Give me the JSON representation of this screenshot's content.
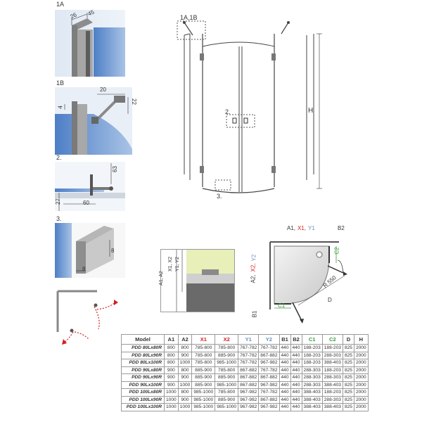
{
  "details": {
    "d1a": {
      "label": "1A",
      "dim_a": "26",
      "dim_b": "45"
    },
    "d1b": {
      "label": "1B",
      "dim_w": "20",
      "dim_h": "22",
      "dim_t": "4"
    },
    "d2": {
      "label": "2.",
      "dim_h": "63",
      "dim_w": "60",
      "dim_t": "27"
    },
    "d3": {
      "label": "3.",
      "dim_h": "8",
      "dim_w": "8"
    }
  },
  "main_drawing": {
    "callout_1ab": "1A,1B",
    "callout_2": "2.",
    "callout_3": "3.",
    "height_label": "H"
  },
  "plan": {
    "top_a1": "A1,",
    "top_x1": "X1,",
    "top_y1": "Y1",
    "top_b2": "B2",
    "side_a2": "A2,",
    "side_x2": "X2,",
    "side_y2": "Y2",
    "side_b1": "B1",
    "c1": "C1",
    "c2": "C2",
    "radius": "R 550",
    "diag": "D"
  },
  "inset": {
    "left_a": "A1, A2",
    "left_xy": "X1, X2",
    "left_y": "Y1, Y2"
  },
  "table": {
    "headers": [
      "Model",
      "A1",
      "A2",
      "X1",
      "X2",
      "Y1",
      "Y2",
      "B1",
      "B2",
      "C1",
      "C2",
      "D",
      "H"
    ],
    "rows": [
      [
        "PDD 80Lx80R",
        "800",
        "800",
        "785-800",
        "785-800",
        "767-782",
        "767-782",
        "440",
        "440",
        "188-203",
        "188-203",
        "825",
        "2000"
      ],
      [
        "PDD 80Lx90R",
        "800",
        "900",
        "785-800",
        "885-900",
        "767-782",
        "867-882",
        "440",
        "440",
        "188-203",
        "288-303",
        "825",
        "2000"
      ],
      [
        "PDD 80Lx100R",
        "800",
        "1000",
        "785-800",
        "985-1000",
        "767-782",
        "967-982",
        "440",
        "440",
        "188-203",
        "388-403",
        "825",
        "2000"
      ],
      [
        "PDD 90Lx80R",
        "900",
        "800",
        "885-900",
        "785-800",
        "867-882",
        "767-782",
        "440",
        "440",
        "288-303",
        "188-203",
        "825",
        "2000"
      ],
      [
        "PDD 90Lx90R",
        "900",
        "900",
        "885-900",
        "885-900",
        "867-882",
        "867-882",
        "440",
        "440",
        "288-303",
        "288-303",
        "825",
        "2000"
      ],
      [
        "PDD 90Lx100R",
        "900",
        "1000",
        "885-900",
        "985-1000",
        "867-882",
        "967-982",
        "440",
        "440",
        "288-303",
        "388-403",
        "825",
        "2000"
      ],
      [
        "PDD 100Lx80R",
        "1000",
        "800",
        "985-1000",
        "785-800",
        "967-982",
        "767-782",
        "440",
        "440",
        "388-403",
        "188-203",
        "825",
        "2000"
      ],
      [
        "PDD 100Lx90R",
        "1000",
        "900",
        "985-1000",
        "885-900",
        "967-982",
        "867-882",
        "440",
        "440",
        "388-403",
        "288-303",
        "825",
        "2000"
      ],
      [
        "PDD 100Lx100R",
        "1000",
        "1000",
        "985-1000",
        "985-1000",
        "967-982",
        "967-982",
        "440",
        "440",
        "388-403",
        "388-403",
        "825",
        "2000"
      ]
    ]
  }
}
